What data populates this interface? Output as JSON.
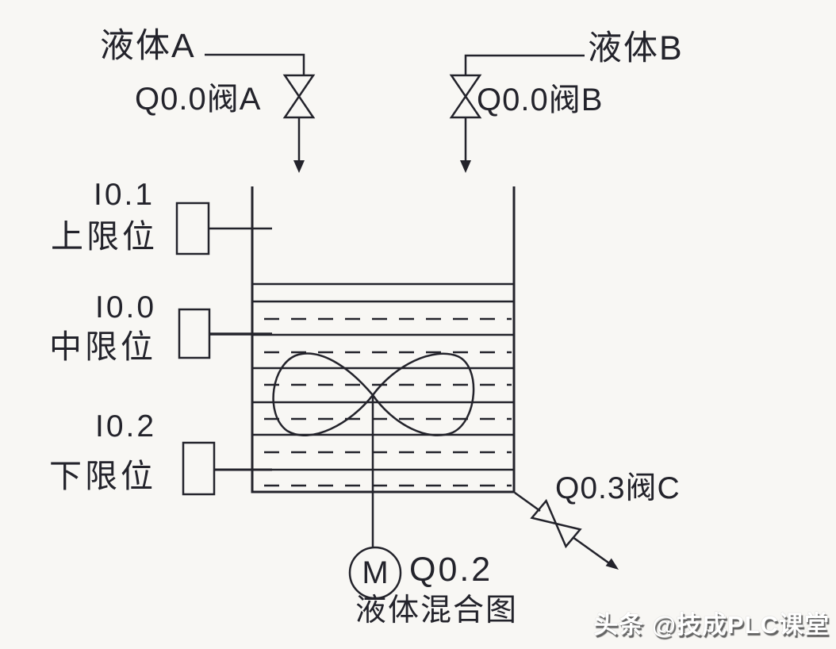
{
  "colors": {
    "line": "#23232b",
    "background": "#f8f7f4",
    "watermark_text": "#ffffff",
    "watermark_shadow": "#5a5a5a"
  },
  "inlet_a": {
    "label": "液体A",
    "valve_label": "Q0.0阀A"
  },
  "inlet_b": {
    "label": "液体B",
    "valve_label": "Q0.0阀B"
  },
  "sensors": [
    {
      "address": "I0.1",
      "name": "上限位"
    },
    {
      "address": "I0.0",
      "name": "中限位"
    },
    {
      "address": "I0.2",
      "name": "下限位"
    }
  ],
  "motor": {
    "symbol": "M",
    "address": "Q0.2"
  },
  "drain_valve": {
    "label": "Q0.3阀C"
  },
  "caption": "液体混合图",
  "watermark": "头条 @技成PLC课堂"
}
